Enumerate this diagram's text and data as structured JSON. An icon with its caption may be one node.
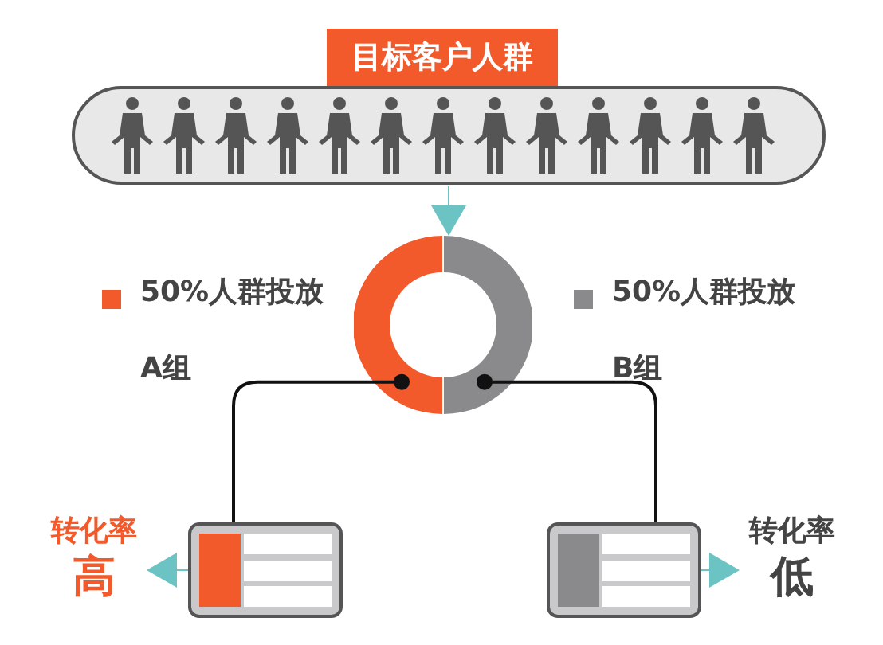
{
  "diagram": {
    "nodes": [
      {
        "text": [
          "目标客户人群"
        ]
      },
      {
        "text": [],
        "shape": "donut"
      },
      {
        "text": [],
        "shape": "box"
      },
      {
        "text": [],
        "shape": "box"
      },
      {
        "text": [
          "转化率",
          "高"
        ]
      },
      {
        "text": [
          "转化率",
          "低"
        ]
      }
    ],
    "edges": [
      {
        "from": 0,
        "to": 1,
        "arrow": "to"
      },
      {
        "from": 1,
        "to": 2,
        "arrow": "other",
        "color": "#111111"
      },
      {
        "from": 1,
        "to": 3,
        "arrow": "other",
        "color": "#111111"
      },
      {
        "from": 2,
        "to": 4,
        "arrow": "to"
      },
      {
        "from": 3,
        "to": 5,
        "arrow": "to"
      }
    ],
    "legend": [
      {
        "text": "50%人群投放 A组",
        "color": "#f25a2c"
      },
      {
        "text": "50%人群投放 B组",
        "color": "#8a898c"
      }
    ]
  }
}
